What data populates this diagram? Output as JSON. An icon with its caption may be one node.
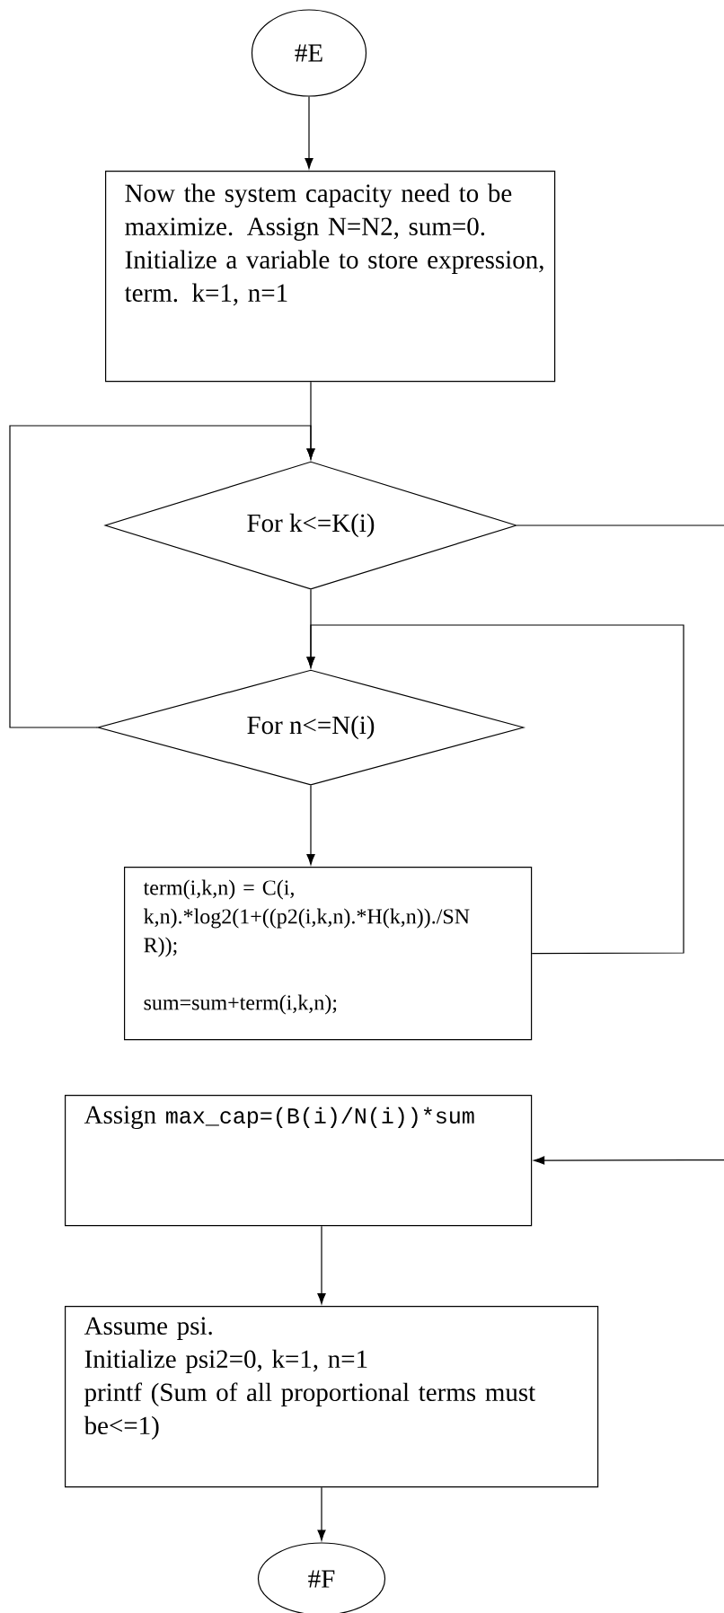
{
  "diagram": {
    "nodes": [
      {
        "text": [
          "#E"
        ]
      },
      {
        "text": [
          "Now the system capacity need to be maximize. Assign N=N2, sum=0.",
          "Initialize a variable to store expression, term.  k=1, n=1"
        ]
      },
      {
        "text": [
          "For k<=K(i)"
        ]
      },
      {
        "text": [
          "For n<=N(i)"
        ]
      },
      {
        "text": [
          "term(i,k,n) = C(i, k,n).*log2(1+((p2(i,k,n).*H(k,n))./SN R));",
          "sum=sum+term(i,k,n);"
        ]
      },
      {
        "text": [
          "Assign",
          "max_cap=(B(i)/N(i))*sum"
        ]
      },
      {
        "text": [
          "Assume psi.",
          "Initialize psi2=0, k=1, n=1",
          "printf (Sum of all proportional terms must be<=1)"
        ]
      },
      {
        "text": [
          "#F"
        ]
      }
    ],
    "edges": [
      {
        "from": 0,
        "to": 1,
        "arrow": "to"
      },
      {
        "from": 1,
        "to": 2,
        "arrow": "to"
      },
      {
        "from": 3,
        "to": 2,
        "arrow": "to"
      },
      {
        "from": 2,
        "to": 3,
        "arrow": "to"
      },
      {
        "from": 4,
        "to": 3,
        "arrow": "to"
      },
      {
        "from": 3,
        "to": 4,
        "arrow": "to"
      },
      {
        "from": 2,
        "to": 5,
        "arrow": "to"
      },
      {
        "from": 5,
        "to": 6,
        "arrow": "to"
      },
      {
        "from": 6,
        "to": 7,
        "arrow": "to"
      }
    ]
  }
}
